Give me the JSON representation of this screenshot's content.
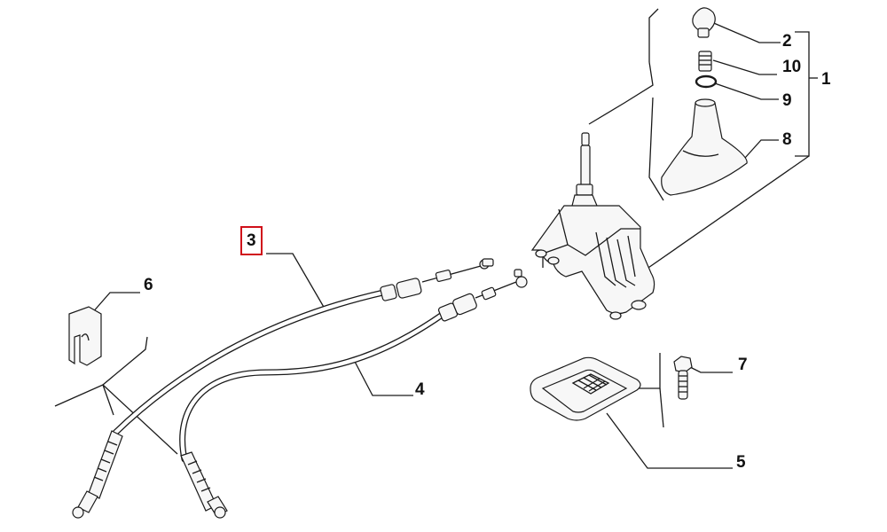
{
  "diagram": {
    "callouts": {
      "c1": "1",
      "c2": "2",
      "c3": "3",
      "c4": "4",
      "c5": "5",
      "c6": "6",
      "c7": "7",
      "c8": "8",
      "c9": "9",
      "c10": "10"
    },
    "selected_callout": "3",
    "accent_color": "#d0101a"
  }
}
